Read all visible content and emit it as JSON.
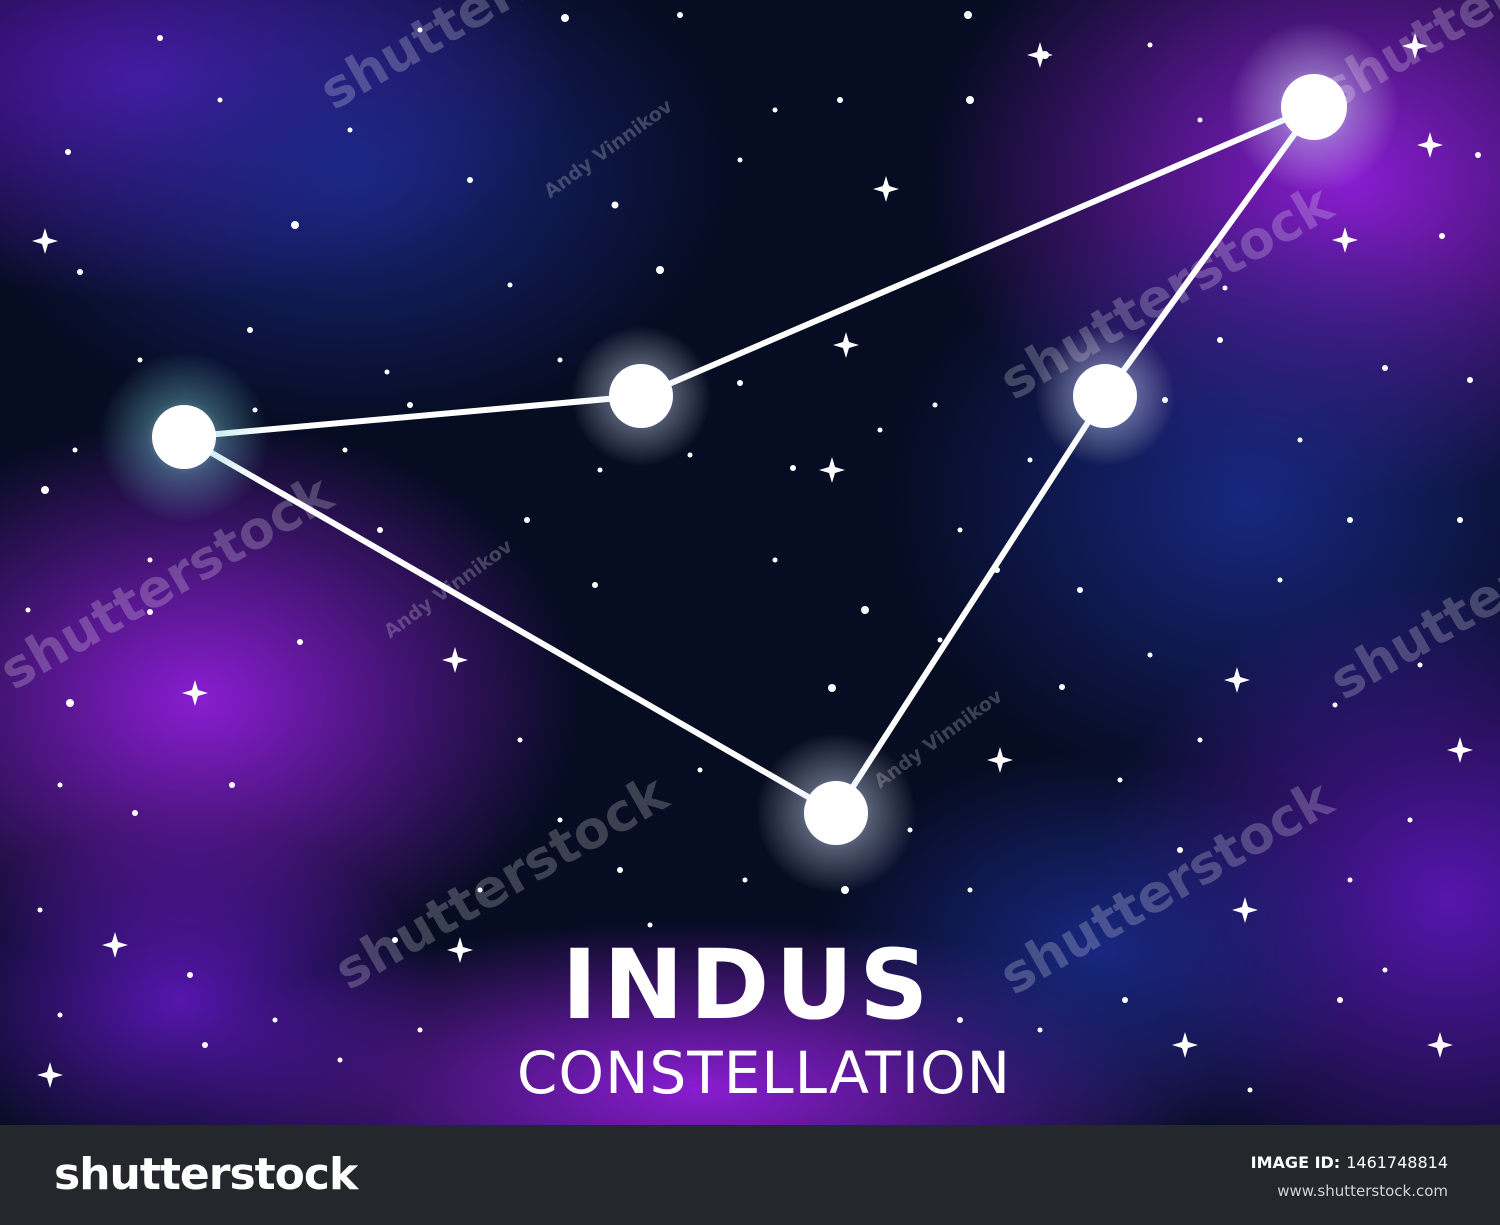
{
  "artwork": {
    "title_line1": "INDUS",
    "title_line2": "CONSTELLATION",
    "background_colors": [
      "#050a1a",
      "#0d1a5a",
      "#7a1fe0",
      "#a020f0"
    ],
    "star_color": "#ffffff",
    "line_color": "#ffffff",
    "watermark_brand": "shutterstock",
    "watermark_author": "Andy Vinnikov"
  },
  "footer": {
    "logo": "shutterstock",
    "image_id_label": "IMAGE ID:",
    "image_id_value": "1461748814",
    "site": "www.shutterstock.com"
  }
}
